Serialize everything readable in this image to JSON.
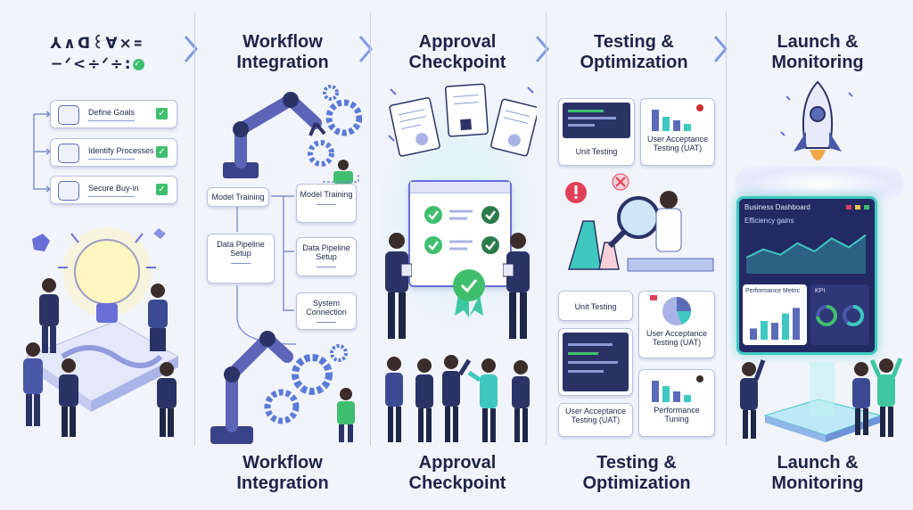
{
  "columns": [
    {
      "title_top": "⅄∧ꓷ꒰ꓯ×꓿",
      "title_bottom": "",
      "goals": [
        {
          "label": "Define Goals"
        },
        {
          "label": "Identify Processes"
        },
        {
          "label": "Secure Buy-in"
        }
      ]
    },
    {
      "title_top": "Workflow Integration",
      "title_bottom": "Workflow Integration",
      "cards": {
        "model_training_left": "Model Training",
        "model_training_right": "Model Training",
        "pipeline_left": "Data Pipeline Setup",
        "pipeline_right": "Data Pipeline Setup",
        "system_connection": "System Connection"
      }
    },
    {
      "title_top": "Approval Checkpoint",
      "title_bottom": "Approval Checkpoint"
    },
    {
      "title_top": "Testing & Optimization",
      "title_bottom": "Testing & Optimization",
      "cards": {
        "unit_testing_top": "Unit Testing",
        "uat_top": "User Acceptance Testing (UAT)",
        "unit_testing_mid": "Unit Testing",
        "uat_mid": "User Acceptance Testing (UAT)",
        "uat_bottom": "User Acceptance Testing (UAT)",
        "performance_tuning": "Performance Tuning"
      }
    },
    {
      "title_top": "Launch & Monitoring",
      "title_bottom": "Launch & Monitoring",
      "dashboard": {
        "title": "Business Dashboard",
        "efficiency": "Efficiency gains",
        "performance": "Performance Metric",
        "kpi": "KPI"
      }
    }
  ],
  "first_title_line1": "⅄∧ꓷ꒰ꓯ×꓿",
  "first_title_line2": "−ᐟ<÷ᐟ÷:",
  "colors": {
    "accent": "#6a6fd8",
    "green": "#3fbf6e",
    "navy": "#2b3366",
    "teal": "#3fc8c0"
  },
  "chart_values": {
    "efficiency": [
      0.35,
      0.55,
      0.42,
      0.7,
      0.5,
      0.82,
      0.6,
      0.9
    ],
    "performance_bars": [
      0.3,
      0.5,
      0.45,
      0.7,
      0.85
    ]
  }
}
